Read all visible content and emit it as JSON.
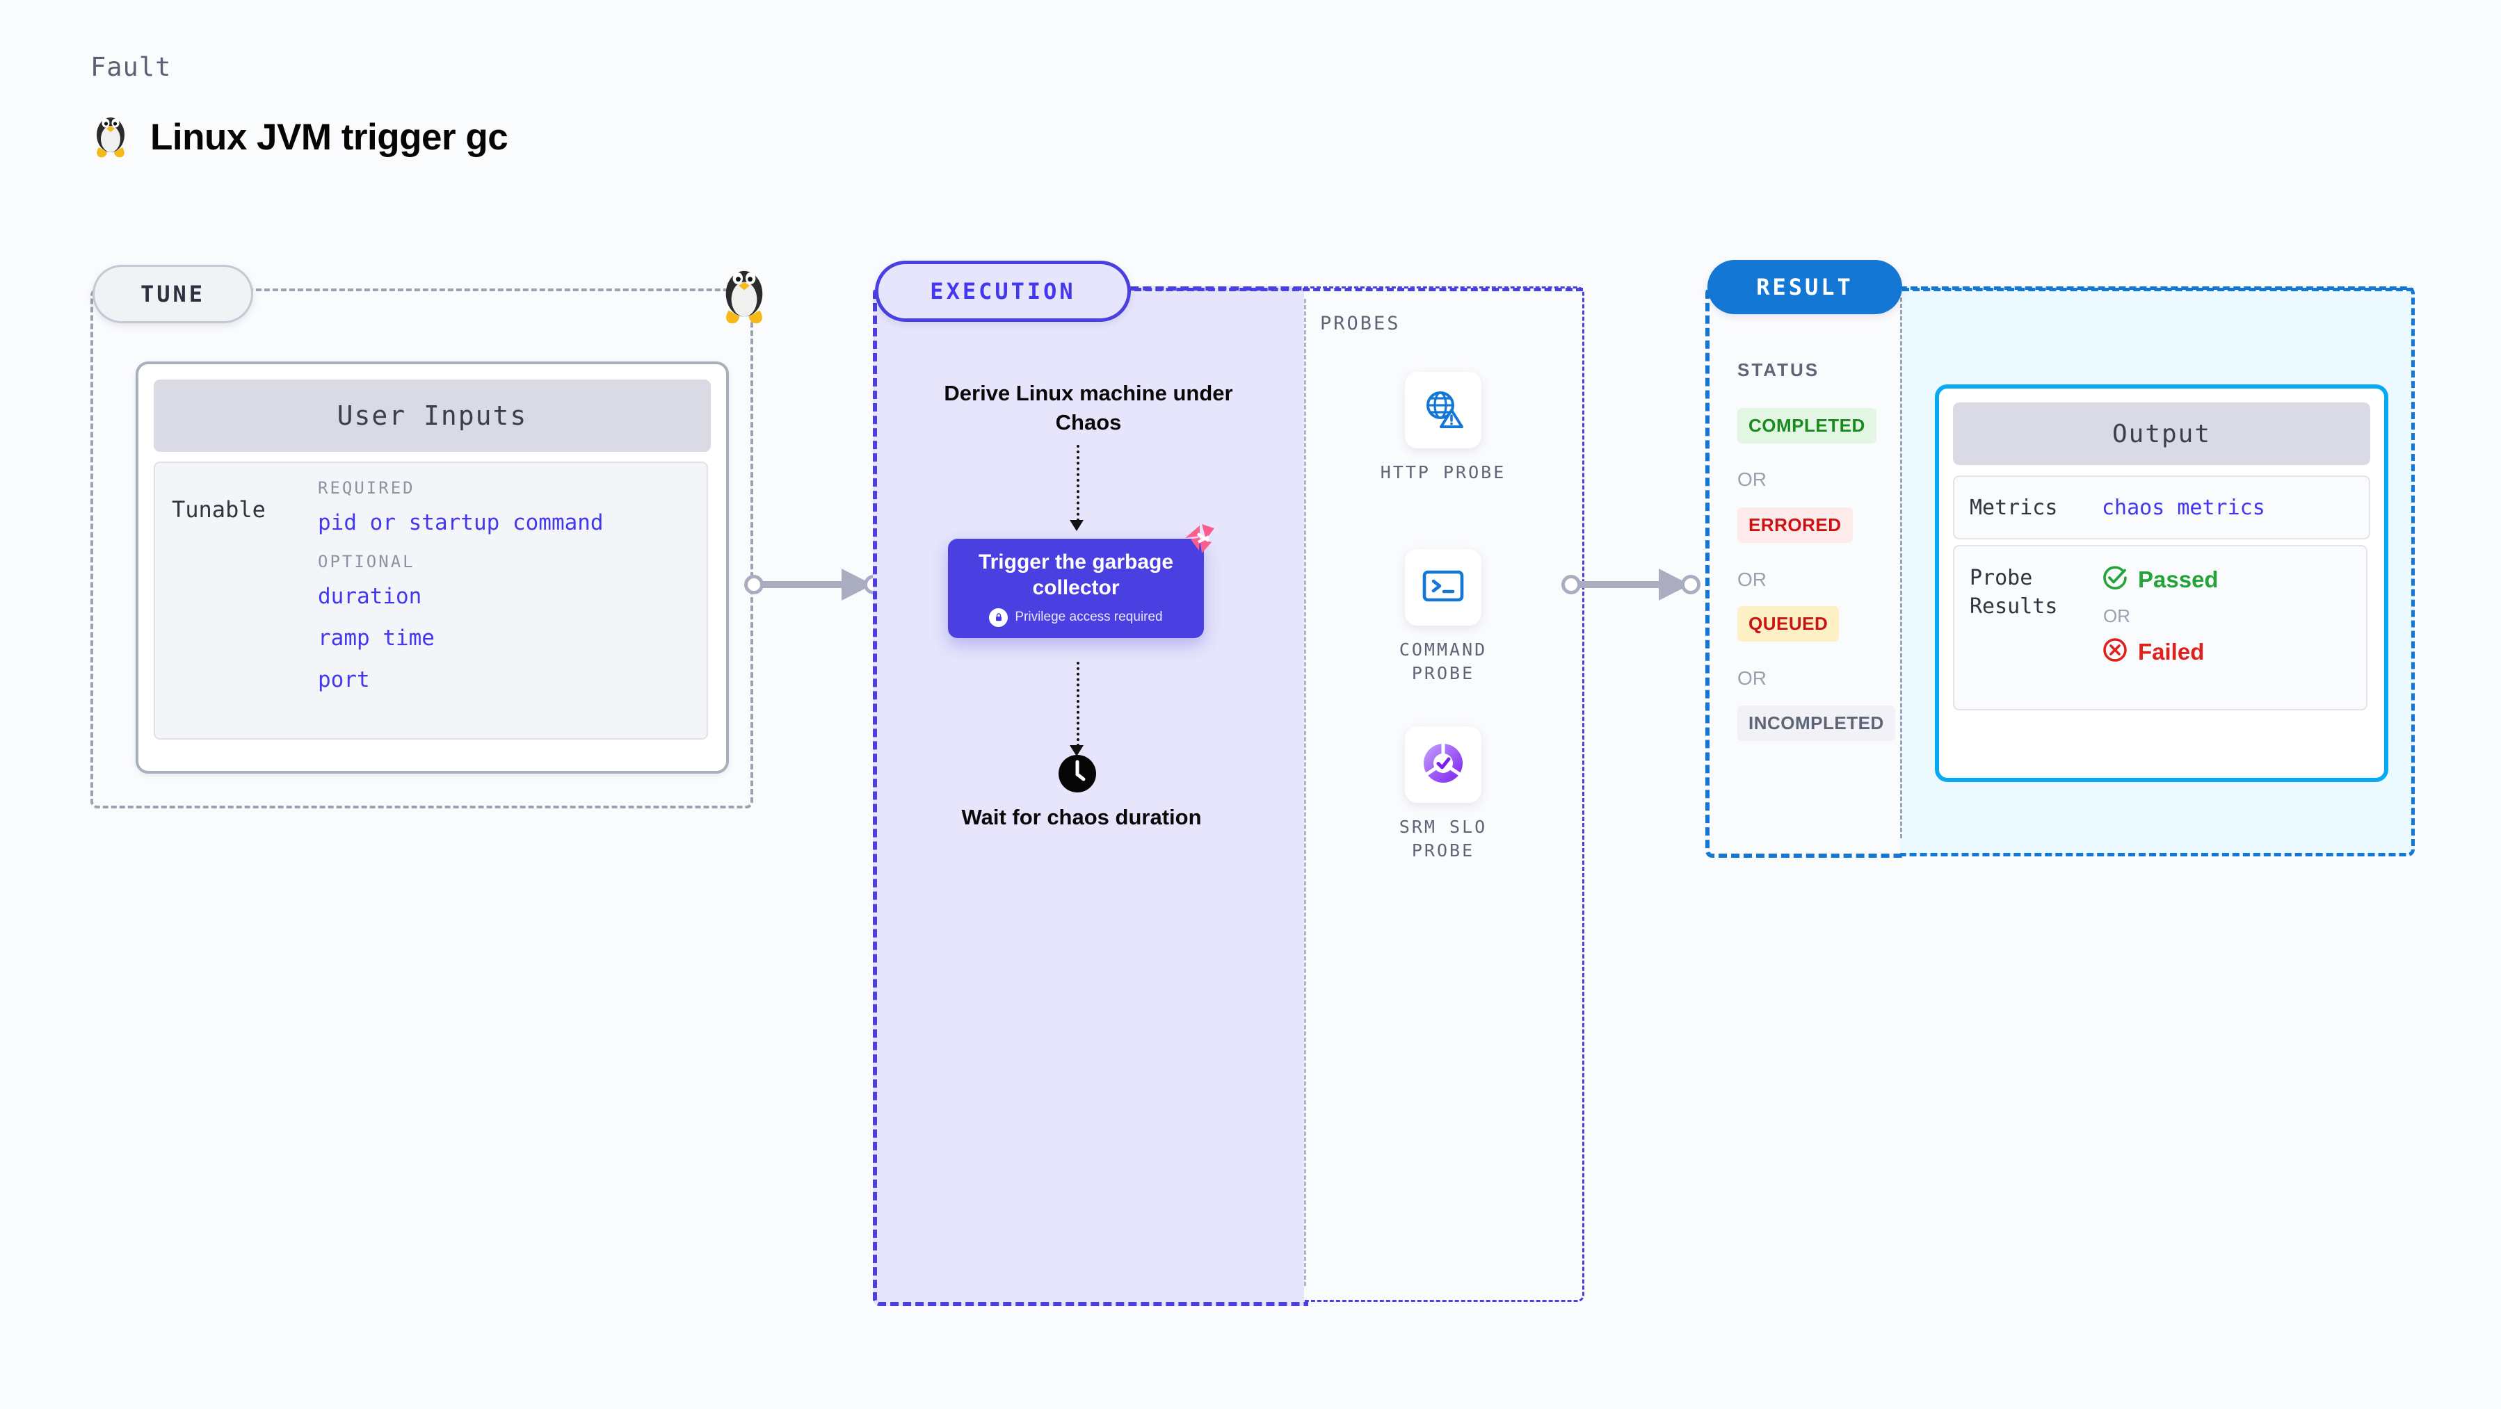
{
  "header": {
    "fault_label": "Fault",
    "title": "Linux JVM trigger gc",
    "icon": "linux-penguin-icon"
  },
  "tune": {
    "pill_label": "TUNE",
    "penguin_icon": "linux-penguin-icon",
    "card": {
      "header": "User Inputs",
      "row_label": "Tunable",
      "groups": [
        {
          "caption": "REQUIRED",
          "items": [
            "pid or startup command"
          ]
        },
        {
          "caption": "OPTIONAL",
          "items": [
            "duration",
            "ramp time",
            "port"
          ]
        }
      ]
    }
  },
  "execution": {
    "pill_label": "EXECUTION",
    "step_1": "Derive Linux machine under Chaos",
    "node": {
      "title": "Trigger the garbage collector",
      "privilege_note": "Privilege access required",
      "lock_icon": "lock-icon",
      "corner_badge_icon": "harness-logo-icon"
    },
    "step_3": "Wait for chaos duration",
    "clock_icon": "clock-icon"
  },
  "probes": {
    "caption": "PROBES",
    "items": [
      {
        "label": "HTTP PROBE",
        "icon": "globe-alert-icon"
      },
      {
        "label": "COMMAND PROBE",
        "icon": "terminal-prompt-icon"
      },
      {
        "label": "SRM SLO PROBE",
        "icon": "slo-check-icon"
      }
    ]
  },
  "result": {
    "pill_label": "RESULT",
    "status_caption": "STATUS",
    "or_label": "OR",
    "statuses": [
      {
        "label": "COMPLETED",
        "bg": "#e2f6e3",
        "fg": "#1a8a1f"
      },
      {
        "label": "ERRORED",
        "bg": "#fdeaea",
        "fg": "#cc1212"
      },
      {
        "label": "QUEUED",
        "bg": "#fdf0c4",
        "fg": "#cc1212"
      },
      {
        "label": "INCOMPLETED",
        "bg": "#f1f1f7",
        "fg": "#5f6576"
      }
    ]
  },
  "output": {
    "card_header": "Output",
    "metrics_label": "Metrics",
    "metrics_value": "chaos metrics",
    "probe_results_label": "Probe Results",
    "passed_label": "Passed",
    "failed_label": "Failed",
    "or_label": "OR",
    "passed_icon": "check-circle-icon",
    "failed_icon": "x-circle-icon"
  },
  "colors": {
    "indigo": "#4338f0",
    "blue": "#1377d3",
    "cyan": "#07aaf0",
    "green": "#23a338",
    "red": "#e0201b",
    "pink": "#fb5e8e",
    "grey": "#9aa2b1"
  }
}
